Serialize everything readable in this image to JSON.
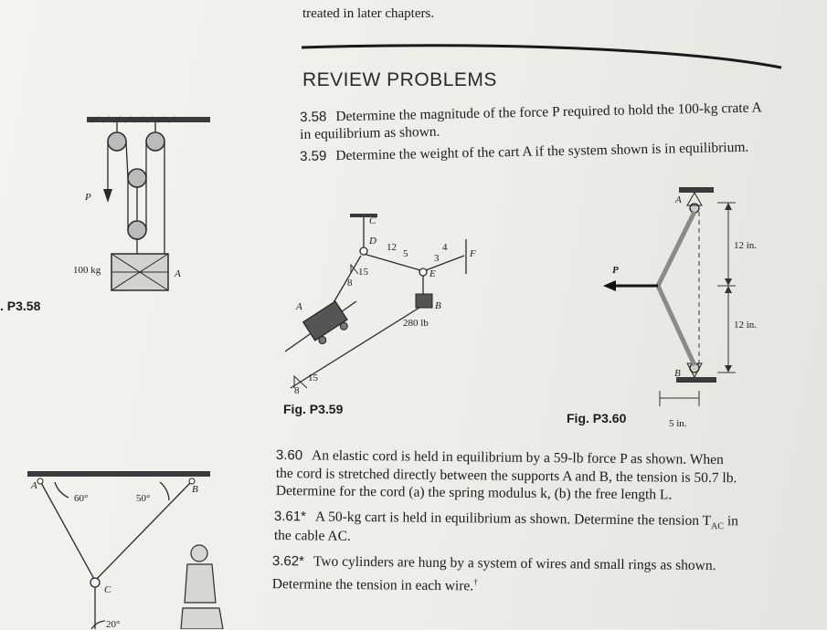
{
  "top_text": "treated in later chapters.",
  "section_heading": "REVIEW PROBLEMS",
  "problems": {
    "p358": {
      "num": "3.58",
      "line1": "Determine the magnitude of the force P required to hold the 100-kg crate A",
      "line2": "in equilibrium as shown."
    },
    "p359": {
      "num": "3.59",
      "line1": "Determine the weight of the cart A if the system shown is in equilibrium."
    },
    "p360": {
      "num": "3.60",
      "line1": "An elastic cord is held in equilibrium by a 59-lb force P as shown. When",
      "line2": "the cord is stretched directly between the supports A and B, the tension is 50.7 lb.",
      "line3": "Determine for the cord (a) the spring modulus k, (b) the free length L."
    },
    "p361": {
      "num": "3.61*",
      "line1": "A 50-kg cart is held in equilibrium as shown. Determine the tension T",
      "sub": "AC",
      "after": " in",
      "line2": "the cable AC."
    },
    "p362": {
      "num": "3.62*",
      "line1": "Two cylinders are hung by a system of wires and small rings as shown.",
      "line2": "Determine the tension in each wire.",
      "mark": "†"
    }
  },
  "figures": {
    "p358": {
      "caption": "P3.58",
      "labels": {
        "force": "P",
        "mass": "100 kg",
        "crate": "A"
      }
    },
    "p359": {
      "caption": "Fig. P3.59",
      "labels": {
        "C": "C",
        "D": "D",
        "E": "E",
        "F": "F",
        "A": "A",
        "B": "B",
        "s12": "12",
        "s5": "5",
        "s3": "3",
        "s4": "4",
        "s15a": "15",
        "s8a": "8",
        "s15b": "15",
        "s8b": "8",
        "weight": "280 lb"
      }
    },
    "p360": {
      "caption": "Fig. P3.60",
      "labels": {
        "A": "A",
        "B": "B",
        "P": "P",
        "dim1": "12 in.",
        "dim2": "12 in.",
        "dim3": "5 in."
      }
    },
    "p361": {
      "labels": {
        "A": "A",
        "B": "B",
        "C": "C",
        "angle1": "60°",
        "angle2": "50°",
        "bottom": "20°"
      }
    }
  }
}
